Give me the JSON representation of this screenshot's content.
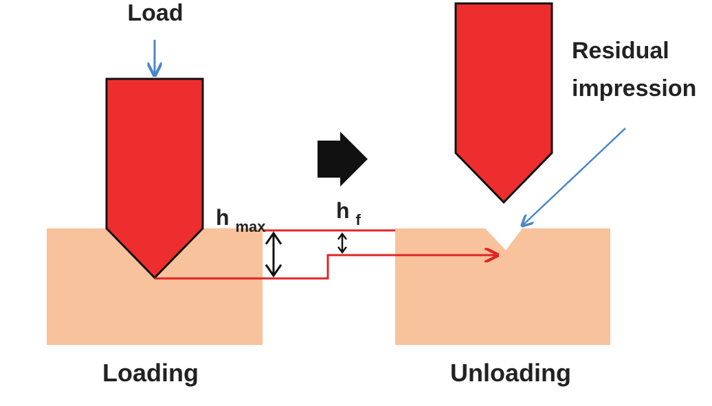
{
  "labels": {
    "load": "Load",
    "residual_line1": "Residual",
    "residual_line2": "impression",
    "h_max_base": "h",
    "h_max_sub": "max",
    "h_f_base": "h",
    "h_f_sub": "f",
    "loading": "Loading",
    "unloading": "Unloading"
  },
  "colors": {
    "indenter_fill": "#ee2e2e",
    "indenter_stroke": "#111111",
    "material": "#f8c29c",
    "depth_line": "#e02424",
    "load_arrow": "#4a86c8",
    "dimension_arrow": "#111111",
    "process_arrow": "#111111",
    "text": "#222222"
  },
  "icons": {
    "process_arrow": "arrow-right-icon"
  }
}
